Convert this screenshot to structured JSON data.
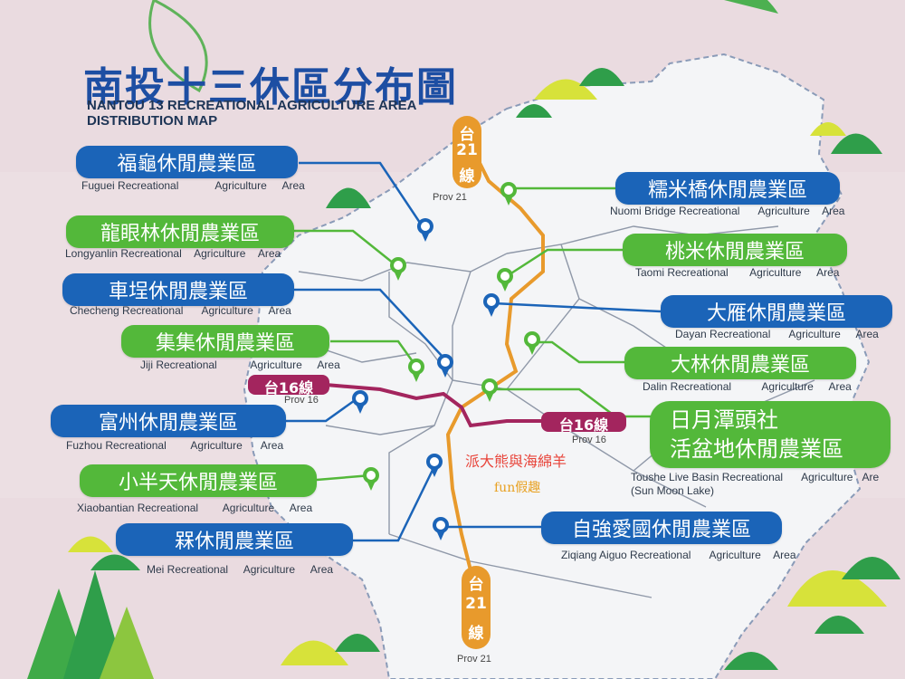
{
  "title": {
    "zh": "南投十三休區分布圖",
    "en_line1": "NANTOU 13 RECREATIONAL AGRICULTURE AREA",
    "en_line2": "DISTRIBUTION MAP"
  },
  "areas": [
    {
      "name": "福龜休閒農業區",
      "en": "Fuguei Recreational",
      "en2": "Agriculture",
      "en3": "Area",
      "color": "blue"
    },
    {
      "name": "龍眼林休閒農業區",
      "en": "Longyanlin Recreational",
      "en2": "Agriculture",
      "en3": "Area",
      "color": "green"
    },
    {
      "name": "車埕休閒農業區",
      "en": "Checheng Recreational",
      "en2": "Agriculture",
      "en3": "Area",
      "color": "blue"
    },
    {
      "name": "集集休閒農業區",
      "en": "Jiji Recreational",
      "en2": "Agriculture",
      "en3": "Area",
      "color": "green"
    },
    {
      "name": "富州休閒農業區",
      "en": "Fuzhou Recreational",
      "en2": "Agriculture",
      "en3": "Area",
      "color": "blue"
    },
    {
      "name": "小半天休閒農業區",
      "en": "Xiaobantian Recreational",
      "en2": "Agriculture",
      "en3": "Area",
      "color": "green"
    },
    {
      "name": "槑休閒農業區",
      "en": "Mei Recreational",
      "en2": "Agriculture",
      "en3": "Area",
      "color": "blue"
    },
    {
      "name": "糯米橋休閒農業區",
      "en": "Nuomi Bridge Recreational",
      "en2": "Agriculture",
      "en3": "Area",
      "color": "blue"
    },
    {
      "name": "桃米休閒農業區",
      "en": "Taomi Recreational",
      "en2": "Agriculture",
      "en3": "Area",
      "color": "green"
    },
    {
      "name": "大雁休閒農業區",
      "en": "Dayan Recreational",
      "en2": "Agriculture",
      "en3": "Area",
      "color": "blue"
    },
    {
      "name": "大林休閒農業區",
      "en": "Dalin Recreational",
      "en2": "Agriculture",
      "en3": "Area",
      "color": "green"
    },
    {
      "name_line1": "日月潭頭社",
      "name_line2": "活盆地休閒農業區",
      "en": "Toushe Live Basin Recreational",
      "en2": "Agriculture",
      "en3": "Are",
      "en_sub": "(Sun Moon Lake)",
      "color": "green"
    },
    {
      "name": "自強愛國休閒農業區",
      "en": "Ziqiang  Aiguo Recreational",
      "en2": "Agriculture",
      "en3": "Area",
      "color": "blue"
    }
  ],
  "roads": {
    "prov21_top": {
      "zh1": "台",
      "zh2": "21",
      "zh3": "線",
      "en": "Prov 21"
    },
    "prov21_bottom": {
      "zh1": "台",
      "zh2": "21",
      "zh3": "線",
      "en": "Prov 21"
    },
    "prov16_left": {
      "zh": "台16線",
      "en": "Prov 16"
    },
    "prov16_right": {
      "zh": "台16線",
      "en": "Prov 16"
    }
  },
  "watermark": {
    "line1": "派大熊與海綿羊",
    "line2": "fun假趣"
  },
  "colors": {
    "blue": "#1b64b8",
    "green": "#53b83a",
    "orange": "#e89a2c",
    "purple": "#a3255e",
    "title": "#1d4ea3",
    "map": "#f4f5f7"
  }
}
